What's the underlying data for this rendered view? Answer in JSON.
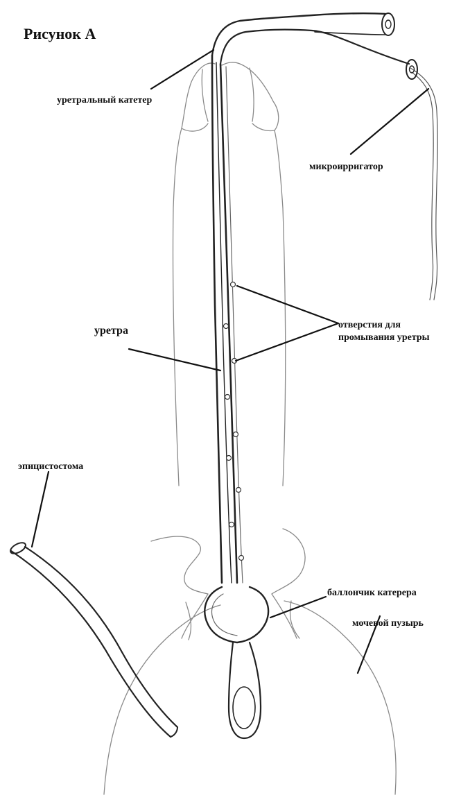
{
  "figure": {
    "title": "Рисунок А",
    "labels": {
      "urethral_catheter": "уретральный катетер",
      "microirrigator": "микроирригатор",
      "flush_holes_line1": "отверстия для",
      "flush_holes_line2": "промывания уретры",
      "urethra": "уретра",
      "epicystostomy": "эпицистостома",
      "catheter_balloon": "баллончик катерера",
      "bladder": "мочевой пузырь"
    }
  },
  "colors": {
    "ink": "#111111",
    "sketch": "#8a8a8a",
    "catheter": "#222222",
    "background": "#ffffff"
  }
}
